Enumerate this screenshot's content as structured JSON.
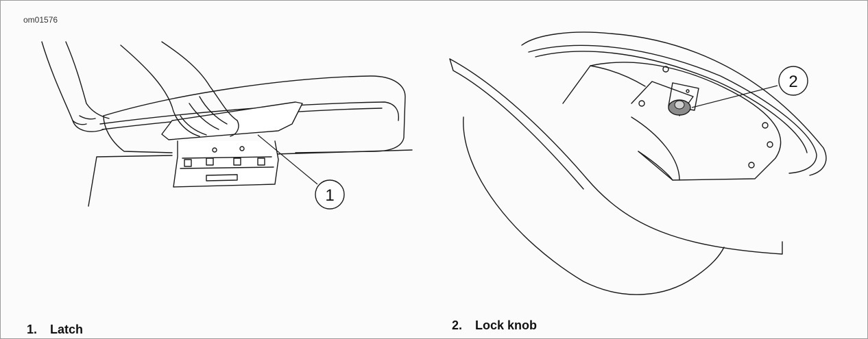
{
  "figure_id": "om01576",
  "callouts": [
    {
      "number": "1",
      "label": "Latch"
    },
    {
      "number": "2",
      "label": "Lock knob"
    }
  ],
  "legend": [
    {
      "number": "1.",
      "label": "Latch"
    },
    {
      "number": "2.",
      "label": "Lock knob"
    }
  ],
  "colors": {
    "line": "#1a1a1a",
    "knob_fill": "#8c8c8c",
    "paper": "#fbfbfb"
  }
}
